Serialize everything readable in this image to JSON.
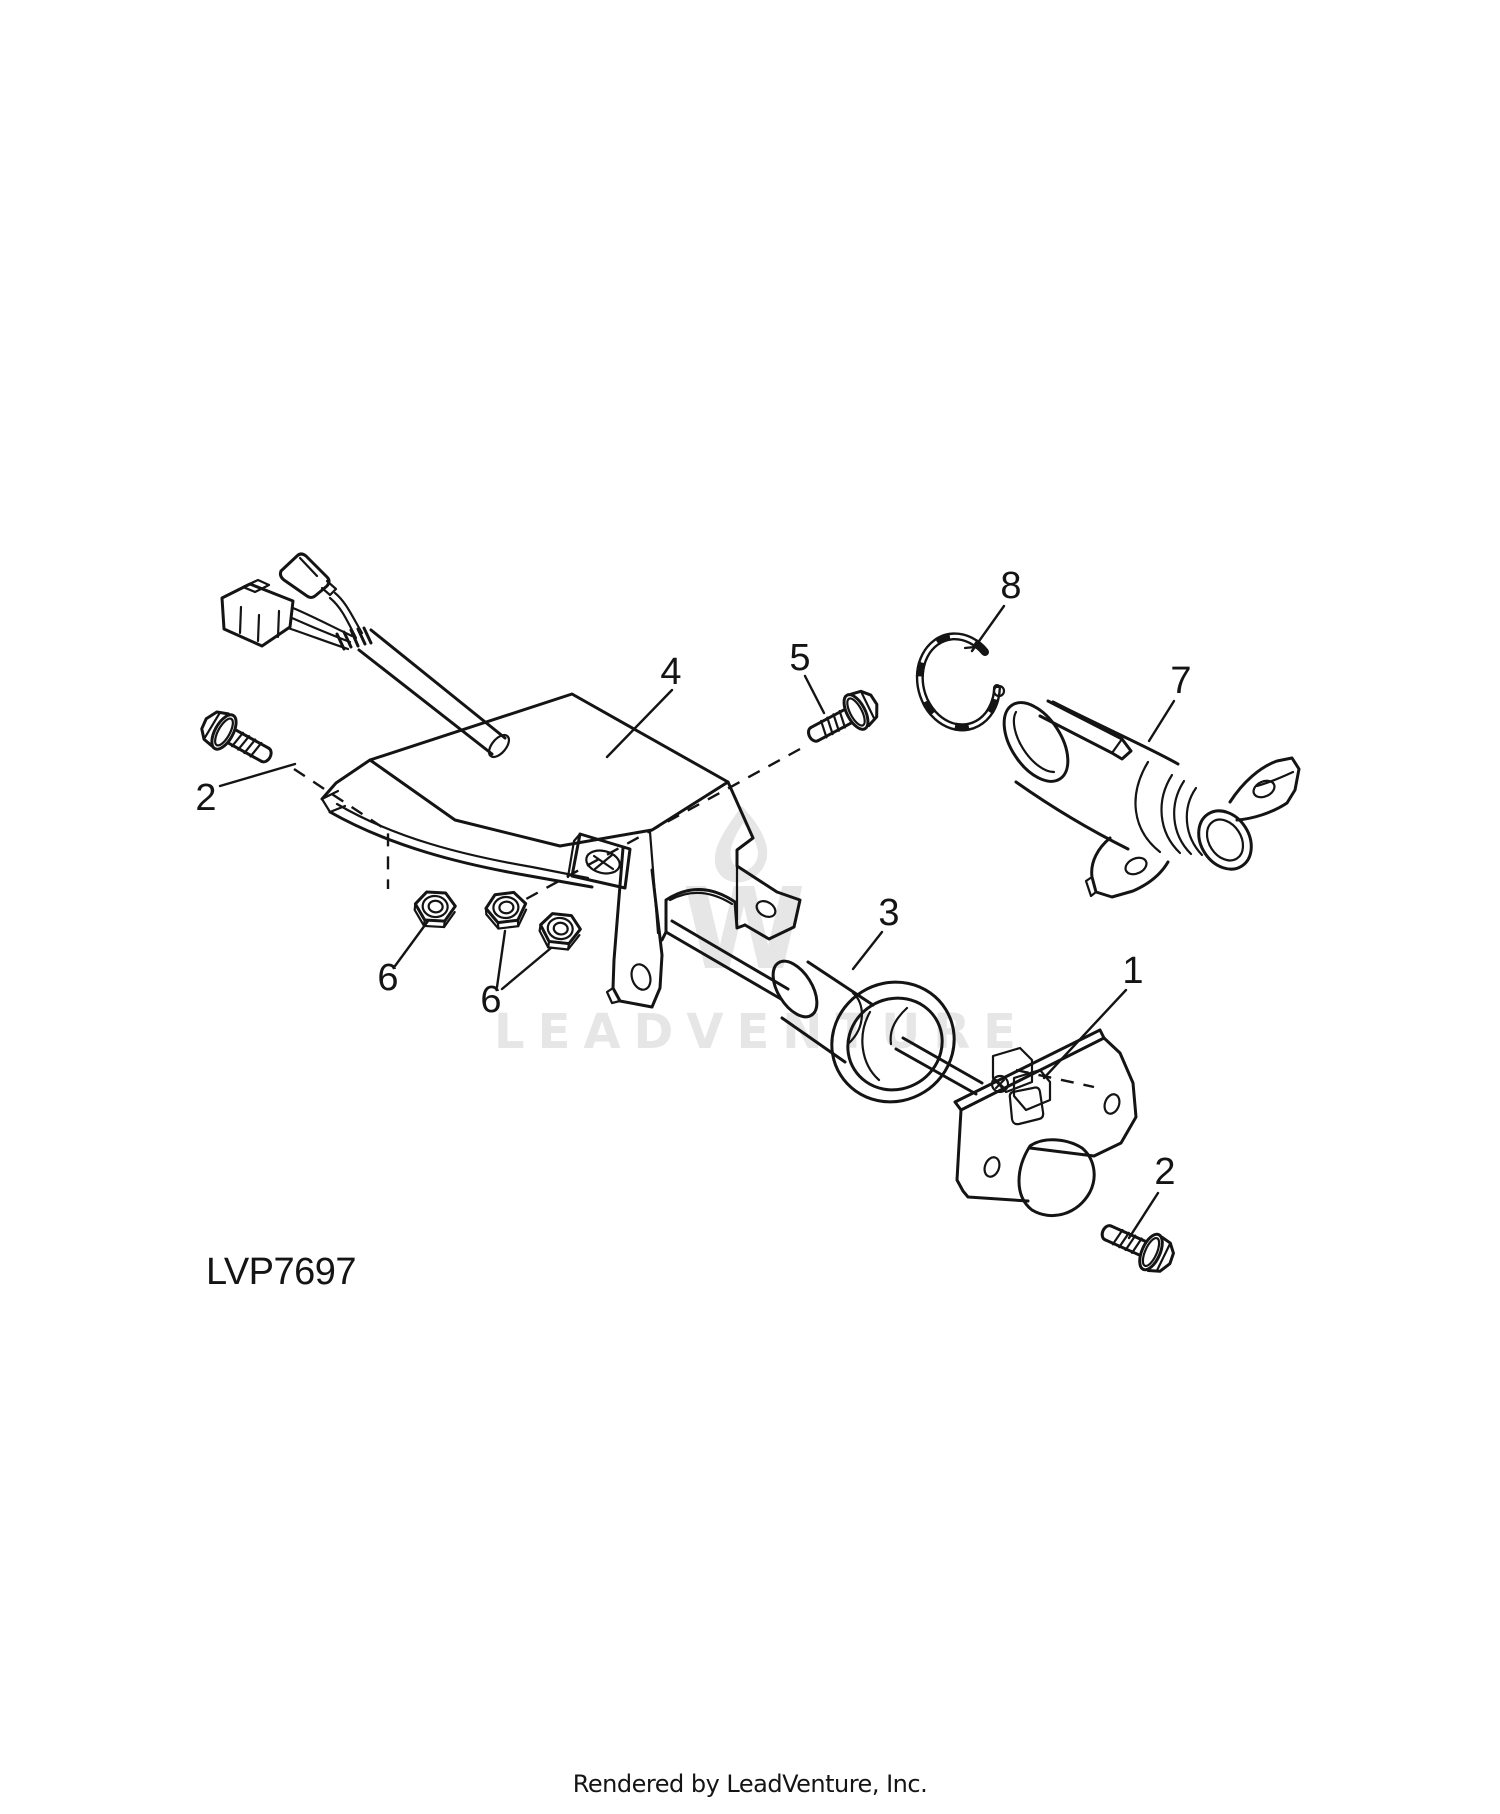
{
  "document": {
    "background": "#ffffff",
    "line_color": "#141414",
    "part_number": "LVP7697",
    "footer_text": "Rendered by LeadVenture, Inc.",
    "watermark": {
      "text": "LEADVENTURE",
      "monogram": "W",
      "color": "#e6e6e6"
    },
    "callouts": [
      {
        "label": "2"
      },
      {
        "label": "4"
      },
      {
        "label": "5"
      },
      {
        "label": "8"
      },
      {
        "label": "7"
      },
      {
        "label": "3"
      },
      {
        "label": "1"
      },
      {
        "label": "2"
      },
      {
        "label": "6"
      },
      {
        "label": "6"
      }
    ]
  }
}
